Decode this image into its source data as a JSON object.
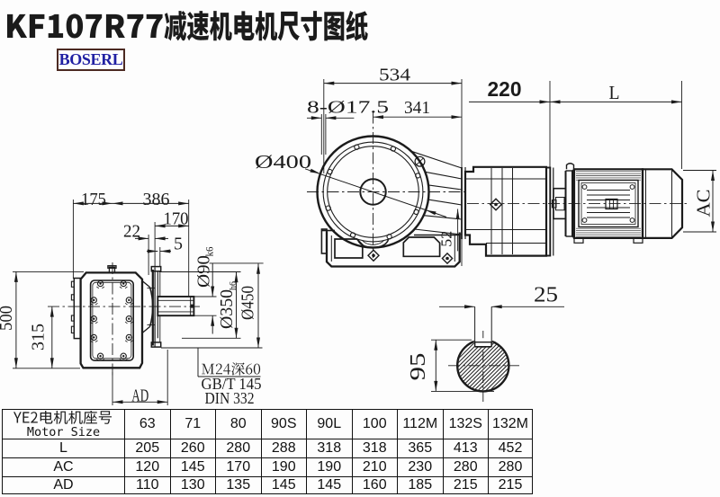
{
  "page": {
    "background": "#fdfdfd",
    "ink_color": "#1b1b1b",
    "title": "KF107R77减速机电机尺寸图纸",
    "logo": {
      "text": "BOSERL",
      "text_color": "#2121a3",
      "border_color": "#4c2a22"
    }
  },
  "drawing": {
    "front_view": {
      "overall_width": "534",
      "center_to_back": "341",
      "bolt_holes": "8-Ø17.5",
      "flange_diameter": "Ø400",
      "foot_height": "52"
    },
    "side_view": {
      "gear_stage_length": "220",
      "motor_length": "L",
      "motor_height": "AC"
    },
    "output_view": {
      "width_back": "175",
      "width_front": "386",
      "flange_to_shaft_end": "170",
      "flange_offset": "22",
      "flange_thickness": "5",
      "shaft_diameter": "Ø90",
      "shaft_fit": "k6",
      "spigot_diameter": "Ø350",
      "spigot_fit": "h6",
      "flange_outer_diameter": "Ø450",
      "total_height": "500",
      "shaft_axis_height": "315",
      "motor_overhang": "AD",
      "tapped_hole_note": "M24深60",
      "standard_note_1": "GB/T 145",
      "standard_note_2": "DIN 332"
    },
    "shaft_section": {
      "key_width": "25",
      "shaft_diameter": "95"
    }
  },
  "table": {
    "header": {
      "line1": "YE2电机机座号",
      "line2": "Motor Size"
    },
    "columns": [
      "63",
      "71",
      "80",
      "90S",
      "90L",
      "100",
      "112M",
      "132S",
      "132M"
    ],
    "rows": [
      {
        "label": "L",
        "values": [
          "205",
          "260",
          "280",
          "288",
          "318",
          "318",
          "365",
          "413",
          "452"
        ]
      },
      {
        "label": "AC",
        "values": [
          "120",
          "145",
          "170",
          "190",
          "190",
          "210",
          "230",
          "280",
          "280"
        ]
      },
      {
        "label": "AD",
        "values": [
          "110",
          "130",
          "135",
          "145",
          "145",
          "160",
          "185",
          "215",
          "215"
        ]
      }
    ]
  }
}
